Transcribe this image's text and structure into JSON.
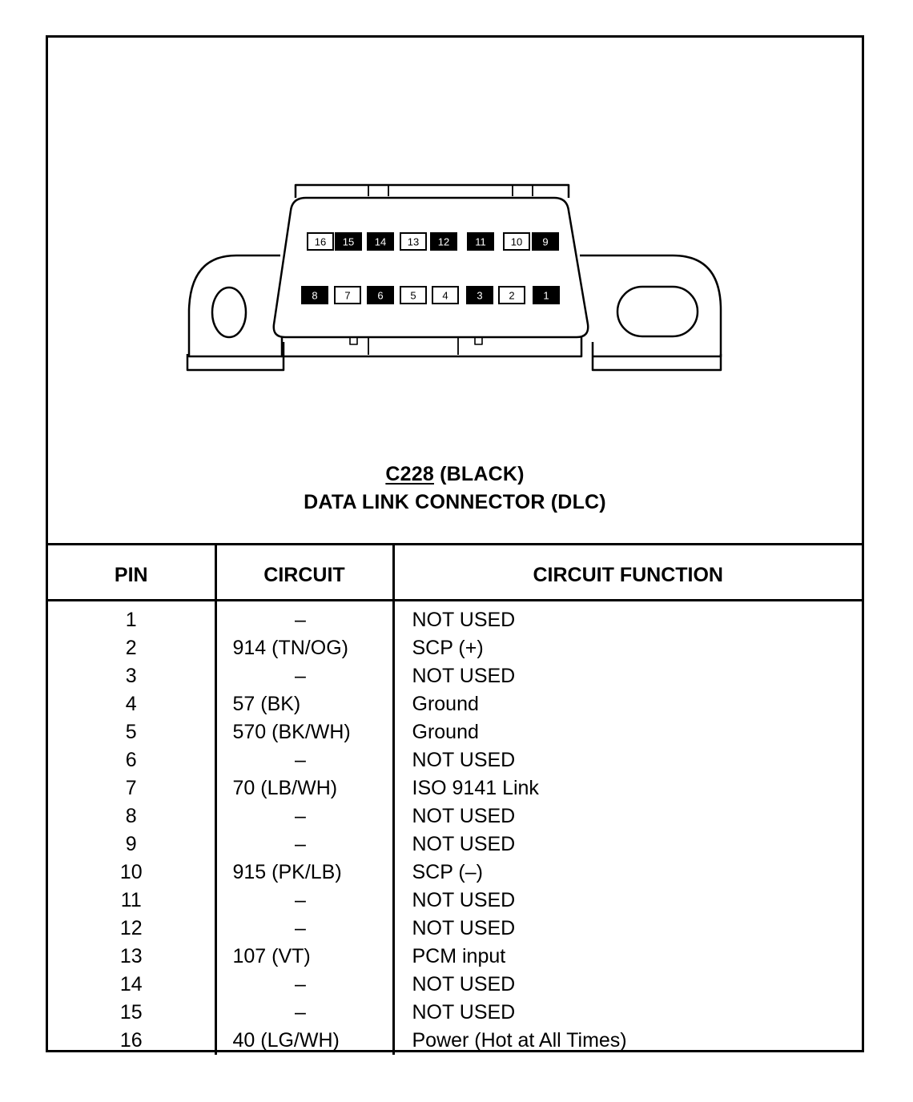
{
  "connector": {
    "id": "C228",
    "color_label": "(BLACK)",
    "title": "DATA LINK CONNECTOR (DLC)",
    "top_row_pins": [
      {
        "label": "16",
        "fill": "white"
      },
      {
        "label": "15",
        "fill": "black"
      },
      {
        "label": "14",
        "fill": "black"
      },
      {
        "label": "13",
        "fill": "white"
      },
      {
        "label": "12",
        "fill": "black"
      },
      {
        "label": "11",
        "fill": "black"
      },
      {
        "label": "10",
        "fill": "white"
      },
      {
        "label": "9",
        "fill": "black"
      }
    ],
    "bottom_row_pins": [
      {
        "label": "8",
        "fill": "black"
      },
      {
        "label": "7",
        "fill": "white"
      },
      {
        "label": "6",
        "fill": "black"
      },
      {
        "label": "5",
        "fill": "white"
      },
      {
        "label": "4",
        "fill": "white"
      },
      {
        "label": "3",
        "fill": "black"
      },
      {
        "label": "2",
        "fill": "white"
      },
      {
        "label": "1",
        "fill": "black"
      }
    ]
  },
  "table": {
    "headers": {
      "pin": "PIN",
      "circuit": "CIRCUIT",
      "function": "CIRCUIT FUNCTION"
    },
    "rows": [
      {
        "pin": "1",
        "circuit": "–",
        "function": "NOT USED"
      },
      {
        "pin": "2",
        "circuit": "914 (TN/OG)",
        "function": "SCP (+)"
      },
      {
        "pin": "3",
        "circuit": "–",
        "function": "NOT USED"
      },
      {
        "pin": "4",
        "circuit": "57 (BK)",
        "function": "Ground"
      },
      {
        "pin": "5",
        "circuit": "570 (BK/WH)",
        "function": "Ground"
      },
      {
        "pin": "6",
        "circuit": "–",
        "function": "NOT USED"
      },
      {
        "pin": "7",
        "circuit": "70 (LB/WH)",
        "function": "ISO 9141 Link"
      },
      {
        "pin": "8",
        "circuit": "–",
        "function": "NOT USED"
      },
      {
        "pin": "9",
        "circuit": "–",
        "function": "NOT USED"
      },
      {
        "pin": "10",
        "circuit": "915 (PK/LB)",
        "function": "SCP (–)"
      },
      {
        "pin": "11",
        "circuit": "–",
        "function": "NOT USED"
      },
      {
        "pin": "12",
        "circuit": "–",
        "function": "NOT USED"
      },
      {
        "pin": "13",
        "circuit": "107 (VT)",
        "function": "PCM input"
      },
      {
        "pin": "14",
        "circuit": "–",
        "function": "NOT USED"
      },
      {
        "pin": "15",
        "circuit": "–",
        "function": "NOT USED"
      },
      {
        "pin": "16",
        "circuit": "40 (LG/WH)",
        "function": "Power (Hot at All Times)"
      }
    ]
  }
}
